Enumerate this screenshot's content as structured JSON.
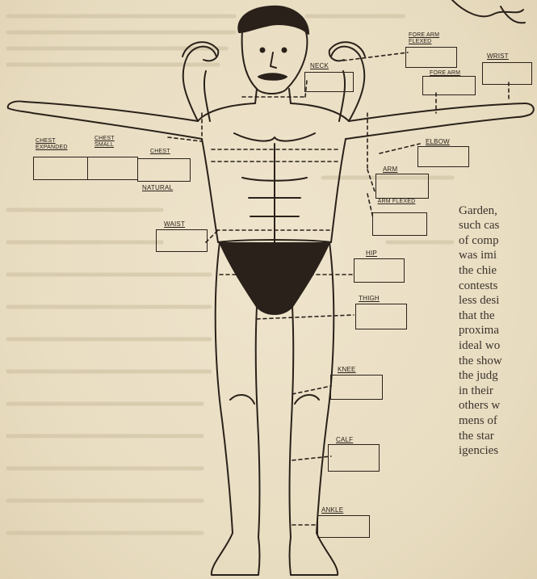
{
  "labels": {
    "neck": "NECK",
    "fore_arm_flexed": "FORE ARM FLEXED",
    "fore_arm": "FORE ARM",
    "wrist": "WRIST",
    "chest_expanded": "CHEST EXPANDED",
    "chest_small": "CHEST SMALL",
    "chest_natural_top": "CHEST",
    "chest_natural_bottom": "NATURAL",
    "elbow": "ELBOW",
    "arm": "ARM",
    "arm_flexed": "ARM FLEXED",
    "waist": "WAIST",
    "hip": "HIP",
    "thigh": "THIGH",
    "knee": "KNEE",
    "calf": "CALF",
    "ankle": "ANKLE"
  },
  "text_lines": [
    "Garden,",
    "such cas",
    "of comp",
    "was imi",
    "the chie",
    "contests",
    "less desi",
    "that the",
    "proxima",
    "ideal wo",
    "the show",
    "the judg",
    "in their",
    "others w",
    "mens of",
    "the star",
    "igencies"
  ],
  "colors": {
    "paper": "#ece1c8",
    "ink": "#2a211a",
    "text": "#3c342d"
  }
}
